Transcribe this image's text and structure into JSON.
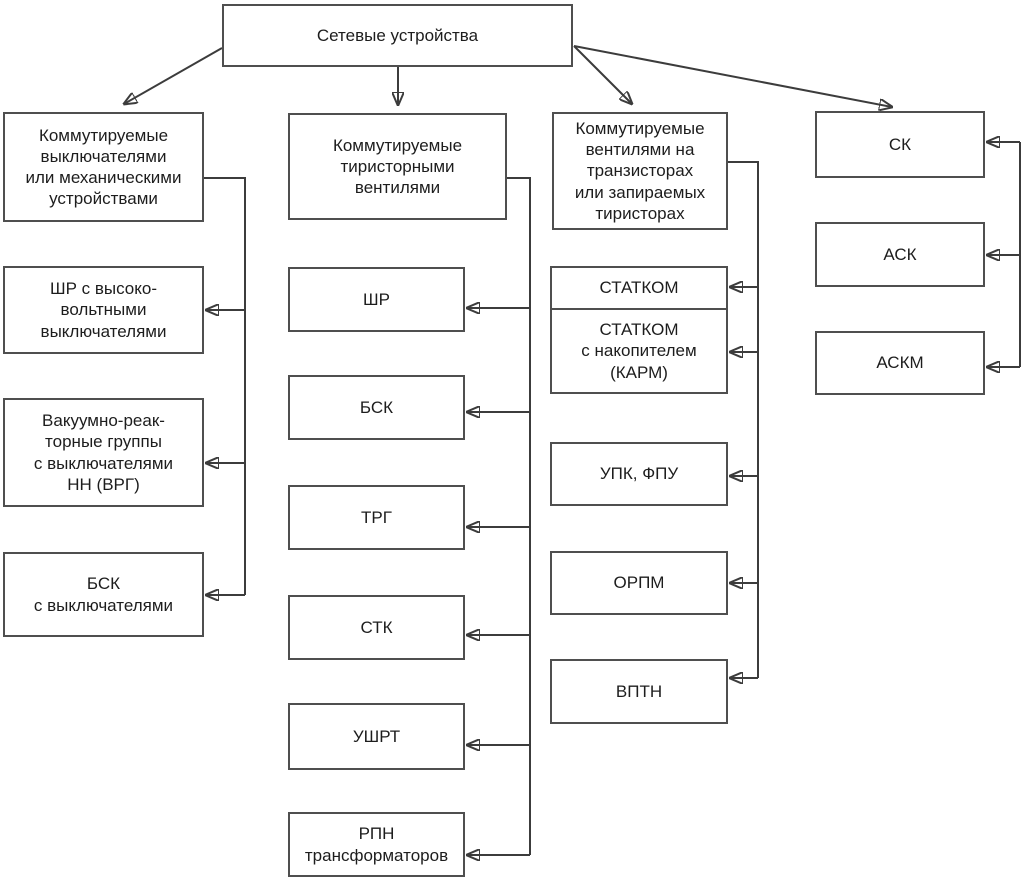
{
  "diagram_title": "Сетевые устройства",
  "nodes": {
    "root": {
      "label": "Сетевые устройства"
    },
    "col1_header": {
      "label": "Коммутируемые\nвыключателями\nили механическими\nустройствами"
    },
    "col1_shr_hv": {
      "label": "ШР с высоко-\nвольтными\nвыключателями"
    },
    "col1_vrg": {
      "label": "Вакуумно-реак-\nторные группы\nс выключателями\nНН (ВРГ)"
    },
    "col1_bsk": {
      "label": "БСК\nс выключателями"
    },
    "col2_header": {
      "label": "Коммутируемые\nтиристорными\nвентилями"
    },
    "col2_shr": {
      "label": "ШР"
    },
    "col2_bsk": {
      "label": "БСК"
    },
    "col2_trg": {
      "label": "ТРГ"
    },
    "col2_stk": {
      "label": "СТК"
    },
    "col2_ushrt": {
      "label": "УШРТ"
    },
    "col2_rpn": {
      "label": "РПН\nтрансформаторов"
    },
    "col3_header": {
      "label": "Коммутируемые\nвентилями на\nтранзисторах\nили запираемых\nтиристорах"
    },
    "col3_statcom": {
      "label": "СТАТКОМ"
    },
    "col3_statcom_karm": {
      "label": "СТАТКОМ\nс накопителем\n(КАРМ)"
    },
    "col3_upk_fpu": {
      "label": "УПК, ФПУ"
    },
    "col3_orpm": {
      "label": "ОРПМ"
    },
    "col3_vptn": {
      "label": "ВПТН"
    },
    "col4_sk": {
      "label": "СК"
    },
    "col4_ask": {
      "label": "АСК"
    },
    "col4_askm": {
      "label": "АСКМ"
    }
  },
  "colors": {
    "line": "#3c3c3c",
    "box_border": "#4f4f4f",
    "text": "#1d1d1d",
    "background": "#ffffff"
  }
}
